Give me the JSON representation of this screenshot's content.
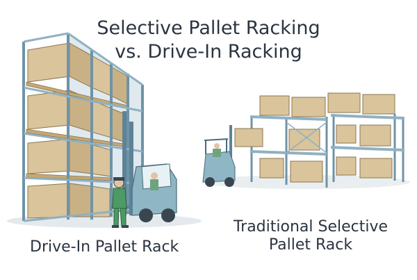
{
  "title_line1": "Selective Pallet Racking",
  "title_line2": "vs. Drive-In Racking",
  "left_caption": "Drive-In Pallet Rack",
  "right_caption_line1": "Traditional Selective",
  "right_caption_line2": "Pallet Rack",
  "colors": {
    "title_text": "#2b3440",
    "rack_steel": "#8fb1c2",
    "rack_dark": "#5f8396",
    "box": "#d9c49b",
    "pallet": "#c7a873",
    "forklift": "#8fb6c4",
    "worker": "#4c9a64"
  }
}
